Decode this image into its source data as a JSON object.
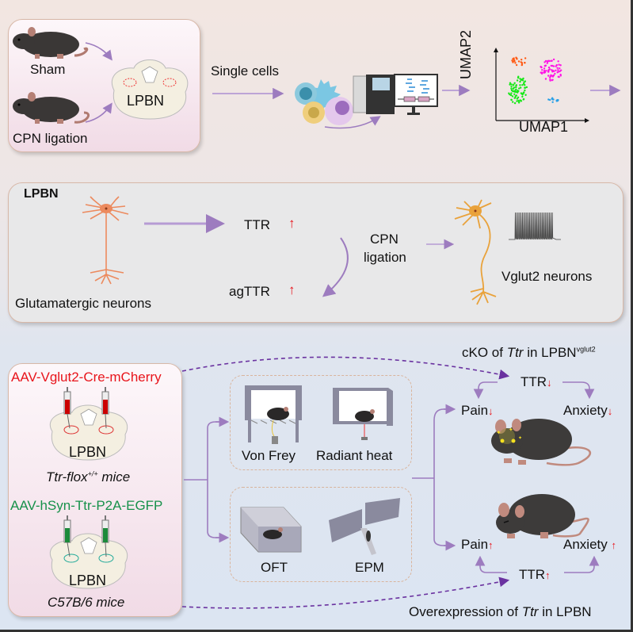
{
  "colors": {
    "arrow": "#9d7cbf",
    "dashed_arrow": "#6a32a0",
    "up_down_marker": "#e8141b",
    "vglut2_label": "#e8141b",
    "hsyn_label": "#16914a",
    "neuron_glutamatergic": "#ec8a5e",
    "neuron_vglut2": "#e9a23b",
    "umap_clusters": [
      "#ff5a14",
      "#ff14e6",
      "#16e816",
      "#2aa0e6"
    ]
  },
  "top": {
    "groups": [
      "Sham",
      "CPN ligation"
    ],
    "brain_label": "LPBN",
    "step_label": "Single cells",
    "umap": {
      "x_label": "UMAP1",
      "y_label": "UMAP2"
    }
  },
  "middle": {
    "title": "LPBN",
    "source_label": "Glutamatergic neurons",
    "ttr_label": "TTR",
    "agttr_label": "agTTR",
    "up_marker": "↑",
    "condition_line1": "CPN",
    "condition_line2": "ligation",
    "target_label": "Vglut2 neurons"
  },
  "bottom": {
    "virus1": "AAV-Vglut2-Cre-mCherry",
    "brain1_label": "LPBN",
    "mouse1_prefix": "Ttr-flox",
    "mouse1_sup": "+/+",
    "mouse1_suffix": " mice",
    "virus2": "AAV-hSyn-Ttr-P2A-EGFP",
    "brain2_label": "LPBN",
    "mouse2": "C57B/6 mice",
    "tests_pain": [
      "Von Frey",
      "Radiant heat"
    ],
    "tests_anxiety": [
      "OFT",
      "EPM"
    ],
    "cko_prefix": "cKO of ",
    "cko_gene": "Ttr",
    "cko_mid": " in LPBN",
    "cko_sup": "vglut2",
    "oe_prefix": "Overexpression of ",
    "oe_gene": "Ttr",
    "oe_suffix": " in LPBN",
    "ttr": "TTR",
    "pain": "Pain",
    "anxiety": "Anxiety",
    "down_marker": "↓",
    "up_marker": "↑"
  }
}
